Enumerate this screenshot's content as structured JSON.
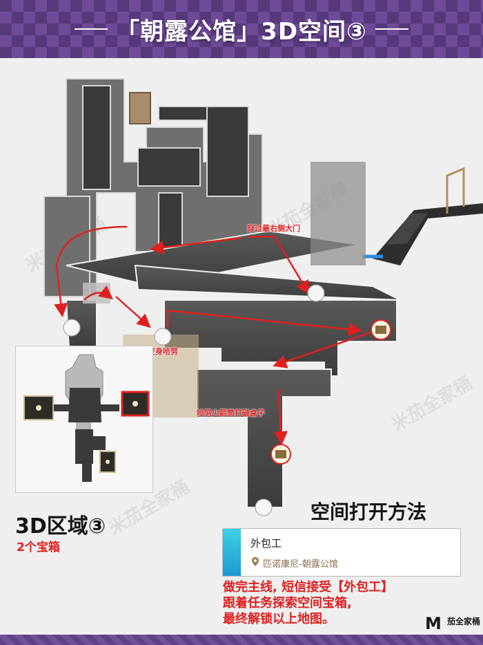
{
  "header": {
    "title": "「朝露公馆」3D空间③"
  },
  "map": {
    "labels": {
      "pass_right_door": "穿过最右侧大门",
      "transform_hanu": "变身哈努",
      "hanu_rocket": "哈努火箭筒打破盒子"
    }
  },
  "minimap": {
    "chest_count_marked": 2
  },
  "zone": {
    "title": "3D区域③",
    "chest_count": "2个宝箱"
  },
  "method": {
    "title": "空间打开方法",
    "quest": {
      "name": "外包工",
      "location": "匹诺康尼-朝露公馆"
    },
    "description": [
      "做完主线, 短信接受【外包工】",
      "跟着任务探索空间宝箱,",
      "最终解锁以上地图。"
    ]
  },
  "watermark": "米茄全家桶",
  "brand": {
    "text": "茄全家桶"
  },
  "colors": {
    "header_purple": "#56397a",
    "arrow_red": "#e02020",
    "floor_dark": "#4a4a4a",
    "quest_accent": "#2bb6e0"
  }
}
